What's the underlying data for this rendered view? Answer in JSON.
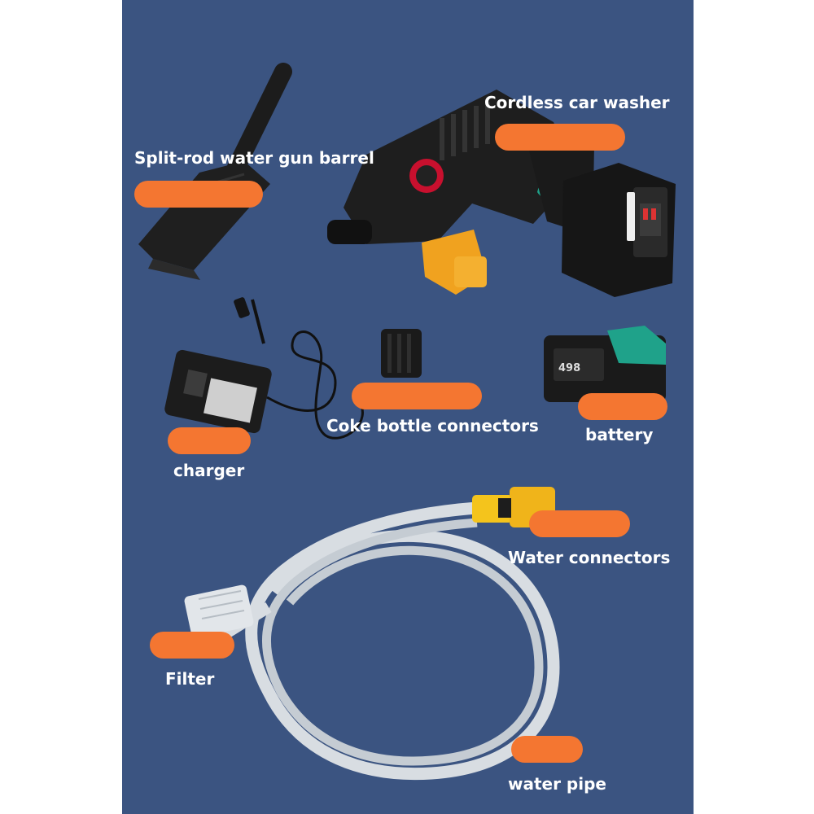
{
  "labels": {
    "cordless_car_washer": "Cordless car washer",
    "split_rod_barrel": "Split-rod water gun barrel",
    "coke_bottle_connectors": "Coke bottle connectors",
    "battery": "battery",
    "charger": "charger",
    "water_connectors": "Water connectors",
    "filter": "Filter",
    "water_pipe": "water pipe"
  },
  "battery_badge": "498",
  "colors": {
    "background": "#3b5481",
    "highlight": "#f47631",
    "label_text": "#ffffff",
    "accent_green": "#1fa28a",
    "connector_orange": "#f0a21f",
    "connector_yellow": "#f4c41c",
    "hose": "#d8dde2"
  }
}
